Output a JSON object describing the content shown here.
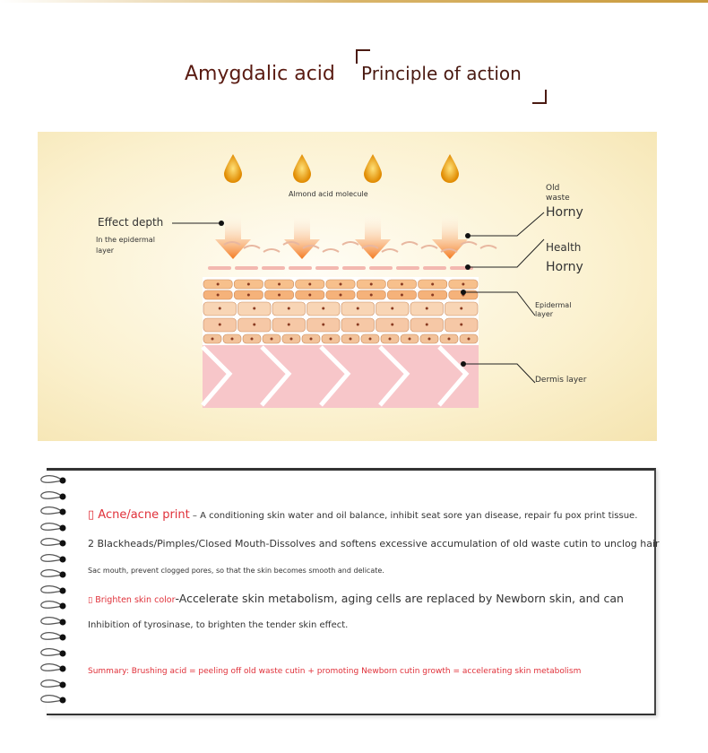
{
  "title": {
    "part1": "Amygdalic acid",
    "part2": "Principle of action"
  },
  "diagram": {
    "molecule_label": "Almond acid molecule",
    "effect_depth": "Effect depth",
    "effect_depth_sub1": "In the epidermal",
    "effect_depth_sub2": "layer",
    "old_waste_1": "Old",
    "old_waste_2": "waste",
    "old_horny": "Horny",
    "health": "Health",
    "health_horny": "Horny",
    "epidermal_1": "Epidermal",
    "epidermal_2": "layer",
    "dermis": "Dermis layer",
    "colors": {
      "arrow": "#f58220",
      "drop": "#f0a500",
      "skin": "#f8c7cb"
    }
  },
  "notes": {
    "acne_title": "▯ Acne/acne print",
    "acne_text": " – A conditioning skin water and oil balance, inhibit seat sore yan disease, repair fu pox print tissue.",
    "line2": "2 Blackheads/Pimples/Closed Mouth-Dissolves and softens excessive accumulation of old waste cutin to unclog hair",
    "line3": "Sac mouth, prevent clogged pores, so that the skin becomes smooth and delicate.",
    "brighten_title": "▯ Brighten skin color",
    "brighten_text": "-Accelerate skin metabolism, aging cells are replaced by Newborn skin, and can",
    "line5": "Inhibition of tyrosinase, to brighten the tender skin effect.",
    "summary": "Summary: Brushing acid = peeling off old waste cutin + promoting Newborn cutin growth = accelerating skin metabolism"
  }
}
